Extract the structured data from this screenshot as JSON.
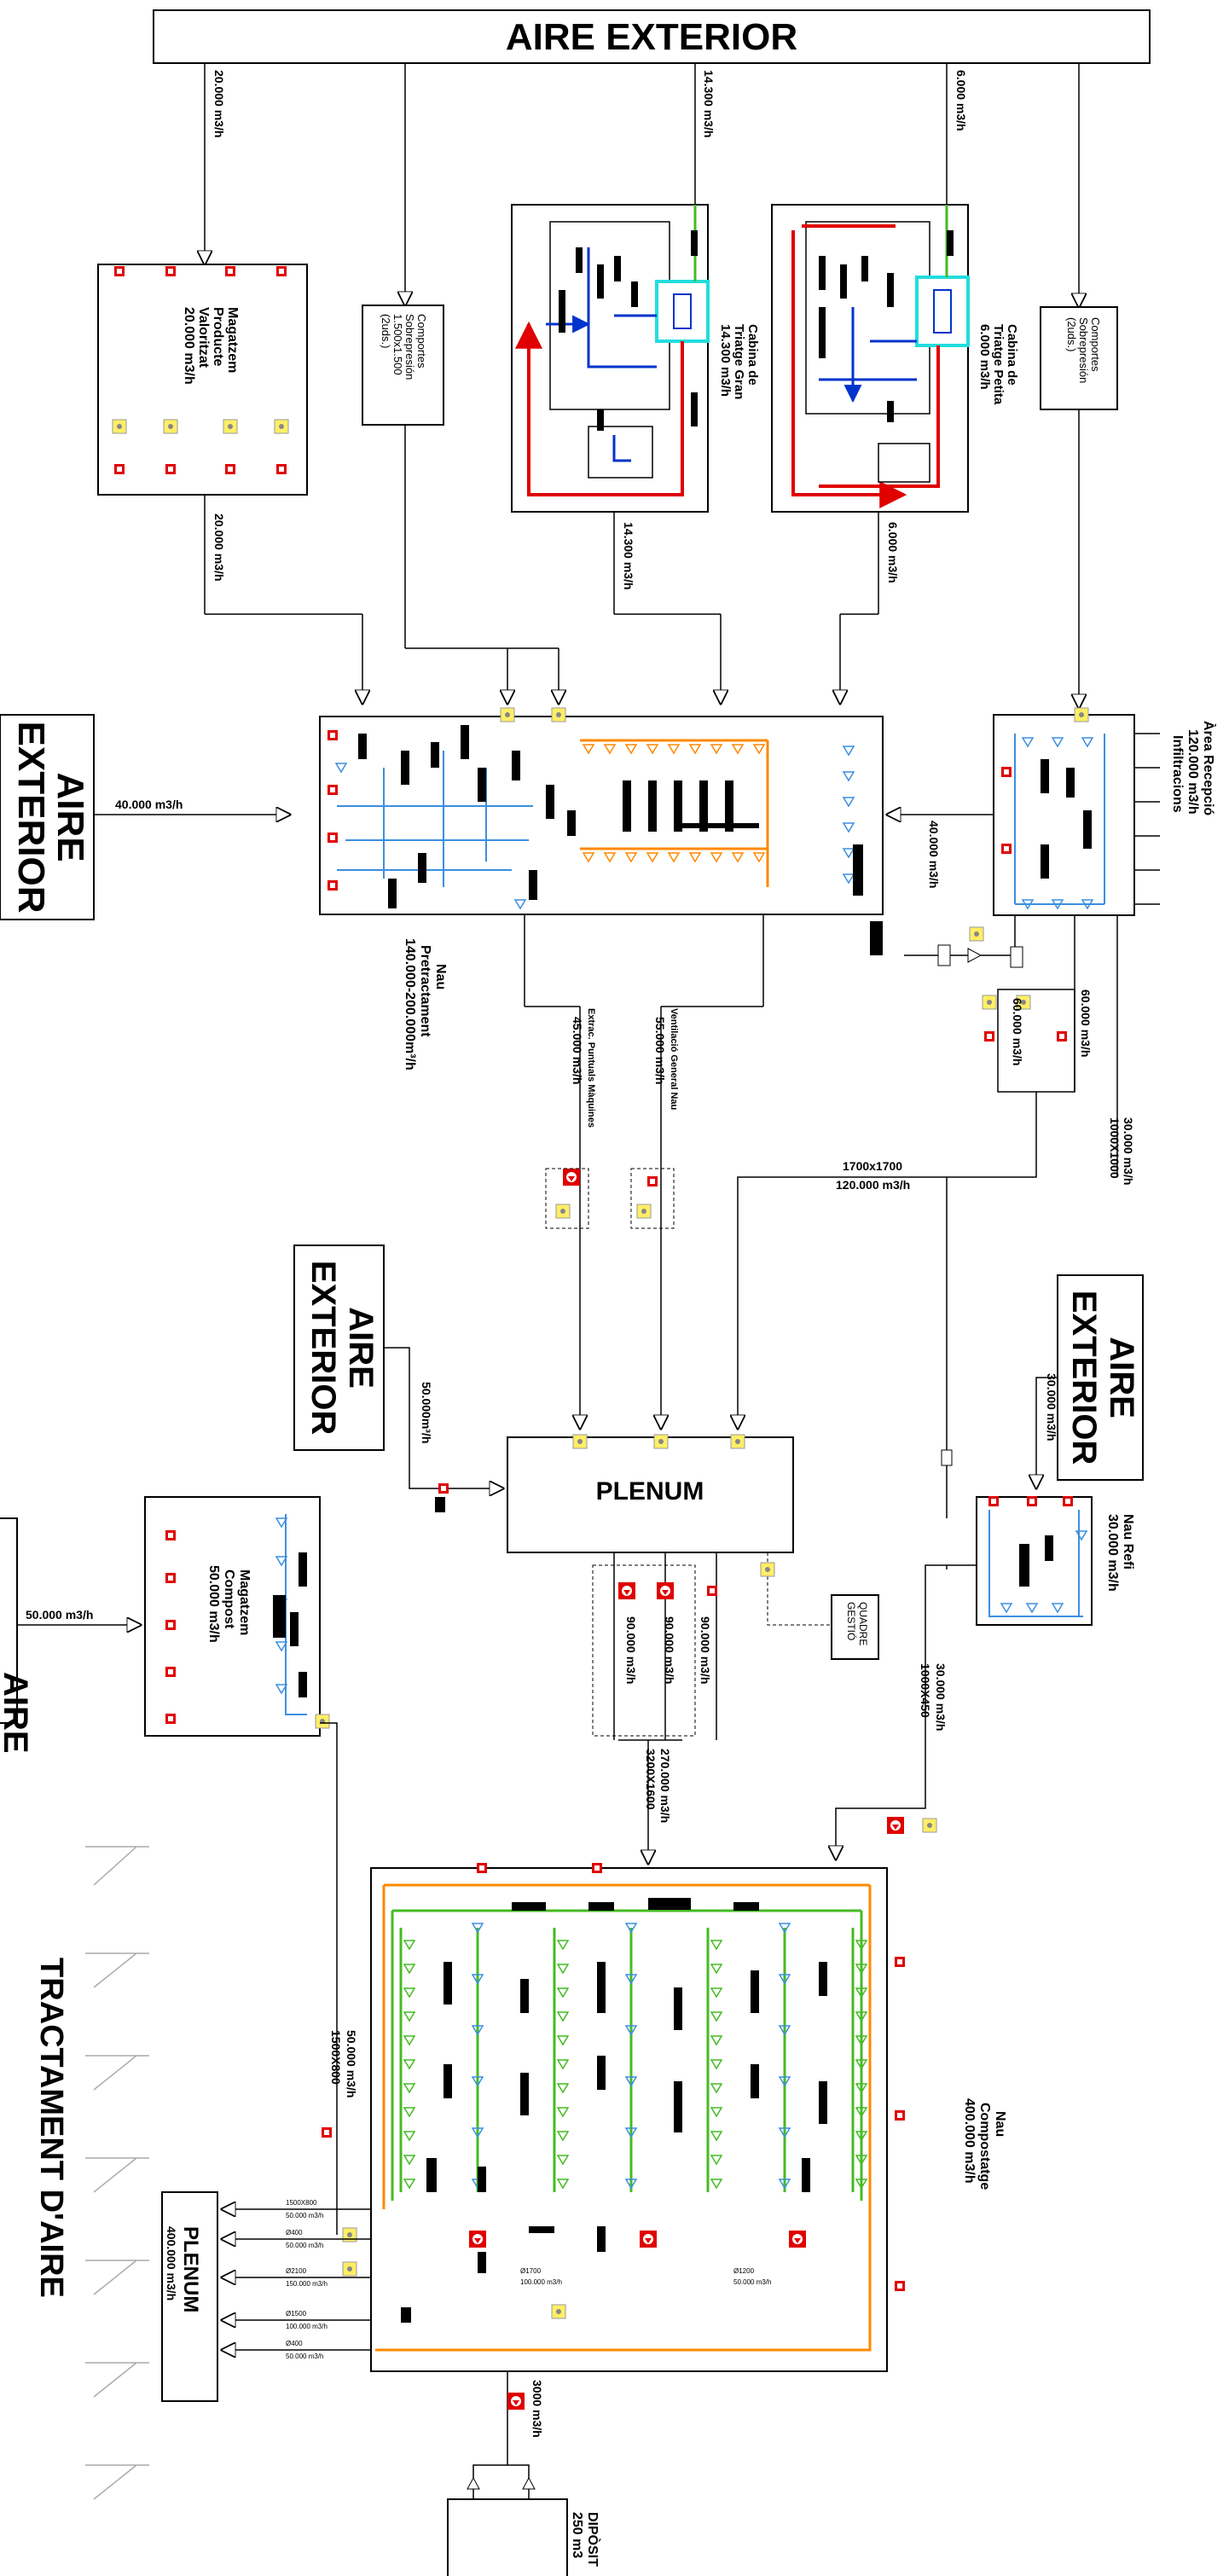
{
  "top": {
    "title": "AIRE EXTERIOR"
  },
  "flows": {
    "f_20000": "20.000 m3/h",
    "f_14300": "14.300 m3/h",
    "f_6000": "6.000 m3/h",
    "f_20000b": "20.000 m3/h",
    "f_14300b": "14.300 m3/h",
    "f_6000b": "6.000 m3/h",
    "f_40000_left": "40.000 m3/h",
    "f_40000_right": "40.000 m3/h",
    "f_45000": "45.000 m3/h",
    "f_55000": "55.000 m3/h",
    "f_60000a": "60.000 m3/h",
    "f_60000b": "60.000 m3/h",
    "f_30000": "30.000 m3/h",
    "f_1000x1000": "1000X1000",
    "f_1700": "1700x1700",
    "f_120000": "120.000 m3/h",
    "f_50000ext": "50.000m³/h",
    "f_30000ext": "30.000 m3/h",
    "f_50000left": "50.000 m3/h",
    "f_90000a": "90.000 m3/h",
    "f_90000b": "90.000 m3/h",
    "f_90000c": "90.000 m3/h",
    "f_270000": "270.000 m3/h",
    "f_3200": "3200X1600",
    "f_30000b": "30.000 m3/h",
    "f_1000x450": "1000X450",
    "f_50000duct": "50.000 m3/h",
    "f_1500x800": "1500X800",
    "f_3000": "3000 m3/h"
  },
  "blocks": {
    "magatzem_prod": [
      "Magatzem",
      "Producte",
      "Valoritzat",
      "20.000 m3/h"
    ],
    "comportes1": [
      "Comportes",
      "Sobrepresión",
      "1.500x1.500",
      "(2uds.)"
    ],
    "comportes2": [
      "Comportes",
      "Sobrepresión",
      "(2uds.)"
    ],
    "cabina_gran": [
      "Cabina de",
      "Triatge Gran",
      "14.300 m3/h"
    ],
    "cabina_petita": [
      "Cabina de",
      "Triatge Petita",
      "6.000 m3/h"
    ],
    "area_recepcio": [
      "Àrea Recepció",
      "120.000 m3/h",
      "Infiltracions"
    ],
    "nau_pre": [
      "Nau",
      "Pretractament",
      "140.000-200.000m³/h"
    ],
    "extrac": "Extrac. Puntuals Màquines",
    "ventilacio": "Ventilació General Nau",
    "nau_refi": [
      "Nau Refi",
      "30.000 m3/h"
    ],
    "magatzem_compost": [
      "Magatzem",
      "Compost",
      "50.000 m3/h"
    ],
    "quadre": [
      "QUADRE",
      "GESTIÓ"
    ],
    "nau_compostatge": [
      "Nau",
      "Compostatge",
      "400.000 m3/h"
    ],
    "diposit": [
      "DIPÒSIT",
      "250 m3"
    ]
  },
  "plenum": {
    "title": "PLENUM"
  },
  "plenum2": {
    "title": "PLENUM",
    "flow": "400.000 m3/h"
  },
  "aire_ext_left": {
    "l1": "AIRE",
    "l2": "EXTERIOR"
  },
  "aire_ext_mid": {
    "l1": "AIRE",
    "l2": "EXTERIOR"
  },
  "aire_ext_right": {
    "l1": "AIRE",
    "l2": "EXTERIOR"
  },
  "aire_cut": {
    "l1": "AIRE"
  },
  "tractament": {
    "title": "TRACTAMENT D'AIRE"
  },
  "duct_sizes": {
    "d1": "1500X800",
    "d1f": "50.000 m3/h",
    "d2": "Ø400",
    "d2f": "50.000 m3/h",
    "d3": "Ø2100",
    "d3f": "150.000 m3/h",
    "d4": "Ø1500",
    "d4f": "100.000 m3/h",
    "d5": "Ø400",
    "d5f": "50.000 m3/h",
    "d6": "Ø1700",
    "d6f": "100.000 m3/h",
    "d7": "Ø1200",
    "d7f": "50.000 m3/h"
  },
  "colors": {
    "red": "#e00000",
    "blue": "#0033cc",
    "lightblue": "#3b8fe0",
    "green": "#44bb22",
    "orange": "#ff8800",
    "cyan": "#22dddd",
    "yellow": "#ffee66"
  }
}
